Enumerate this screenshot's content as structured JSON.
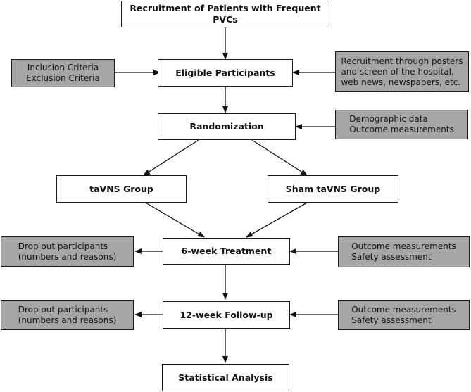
{
  "main_steps": {
    "recruitment": "Recruitment of Patients with Frequent PVCs",
    "eligible": "Eligible Participants",
    "randomization": "Randomization",
    "tavns_group": "taVNS Group",
    "sham_group": "Sham taVNS Group",
    "treatment": "6-week Treatment",
    "followup": "12-week Follow-up",
    "analysis": "Statistical Analysis"
  },
  "side_notes": {
    "criteria": [
      "Inclusion Criteria",
      "Exclusion Criteria"
    ],
    "recruitment_channels": [
      "Recruitment through posters",
      "and screen of the hospital,",
      "web news, newspapers, etc."
    ],
    "baseline": [
      "Demographic data",
      "Outcome measurements"
    ],
    "dropout_treatment": [
      "Drop out participants",
      "(numbers and reasons)"
    ],
    "measures_treatment": [
      "Outcome measurements",
      "Safety assessment"
    ],
    "dropout_followup": [
      "Drop out participants",
      "(numbers and reasons)"
    ],
    "measures_followup": [
      "Outcome measurements",
      "Safety assessment"
    ]
  }
}
